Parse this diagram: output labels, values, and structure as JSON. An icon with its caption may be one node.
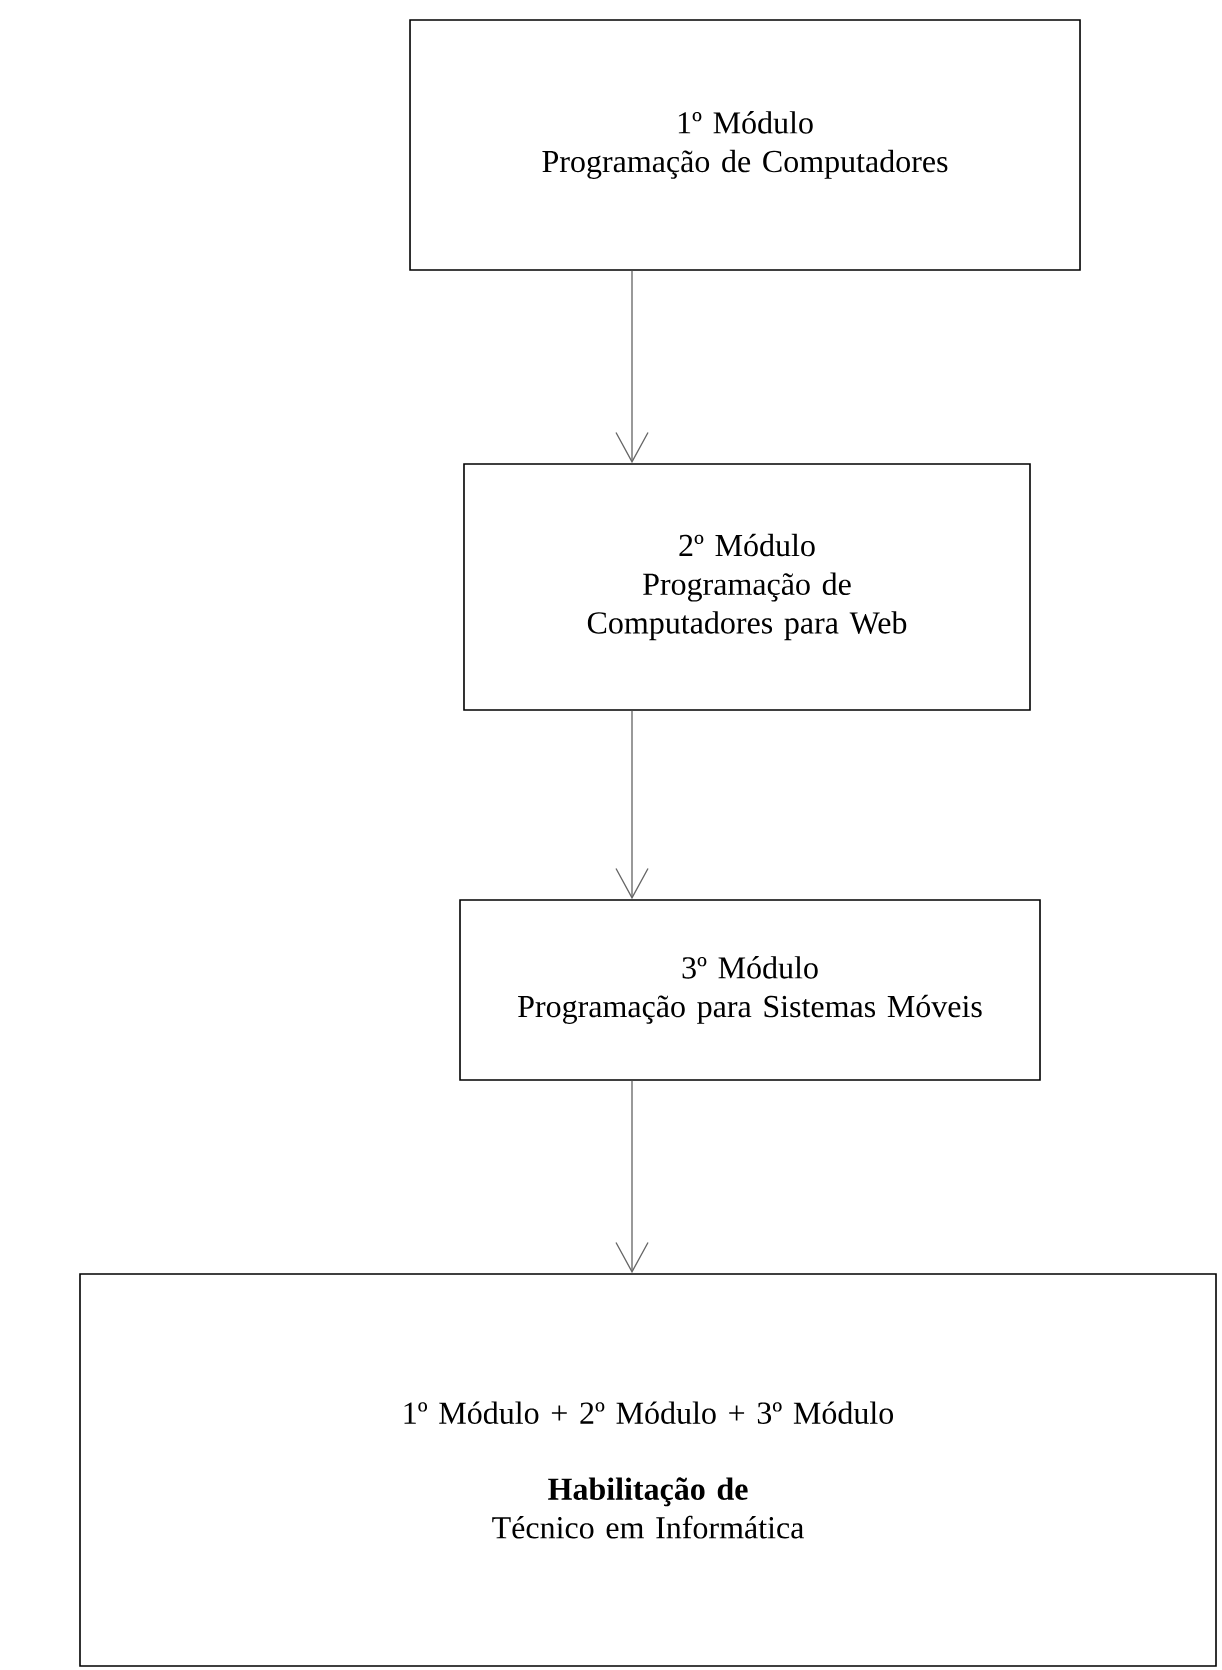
{
  "diagram": {
    "nodes": [
      {
        "text": [
          "1º Módulo",
          "Programação de Computadores"
        ]
      },
      {
        "text": [
          "2º Módulo",
          "Programação de Computadores para Web"
        ]
      },
      {
        "text": [
          "3º Módulo",
          "Programação para Sistemas Móveis"
        ]
      },
      {
        "text": [
          "1º Módulo + 2º Módulo + 3º Módulo",
          "Habilitação de",
          "Técnico em Informática"
        ]
      }
    ],
    "edges": [
      {
        "from": 0,
        "to": 1,
        "arrow": "to"
      },
      {
        "from": 1,
        "to": 2,
        "arrow": "to"
      },
      {
        "from": 2,
        "to": 3,
        "arrow": "to"
      }
    ]
  }
}
